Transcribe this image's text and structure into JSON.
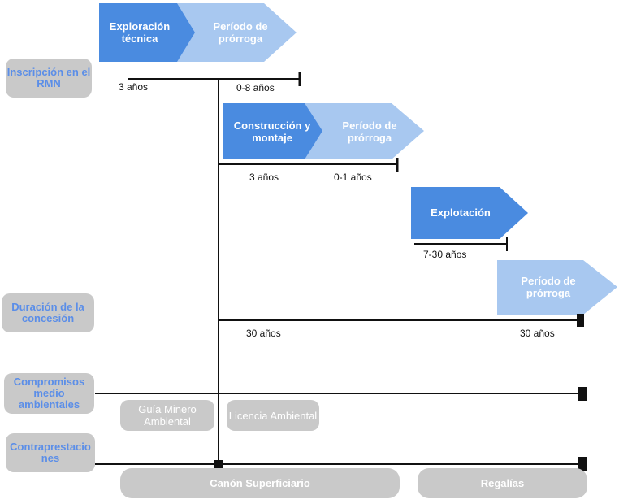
{
  "arrows": {
    "exploracion": "Exploración técnica",
    "prorroga_1": "Período de prórroga",
    "construccion": "Construcción y montaje",
    "prorroga_2": "Período de prórroga",
    "explotacion": "Explotación",
    "prorroga_3": "Período de prórroga"
  },
  "left_labels": {
    "inscripcion": "Inscripción en el RMN",
    "duracion": "Duración de la concesión",
    "compromisos": "Compromisos medio ambientales",
    "contraprestaciones": "Contraprestaciones"
  },
  "durations": {
    "exploracion": "3 años",
    "prorroga_1": "0-8 años",
    "construccion": "3 años",
    "prorroga_2": "0-1 años",
    "explotacion": "7-30 años",
    "concesion": "30 años",
    "prorroga_3": "30 años"
  },
  "items": {
    "guia": "Guía Minero Ambiental",
    "licencia": "Licencia Ambiental",
    "canon": "Canón Superficiario",
    "regalias": "Regalías"
  },
  "colors": {
    "dark_arrow": "#4a8be0",
    "light_arrow": "#a8c8f0",
    "label_text": "#5b8ee8",
    "pill_bg": "#c9c9c9"
  }
}
